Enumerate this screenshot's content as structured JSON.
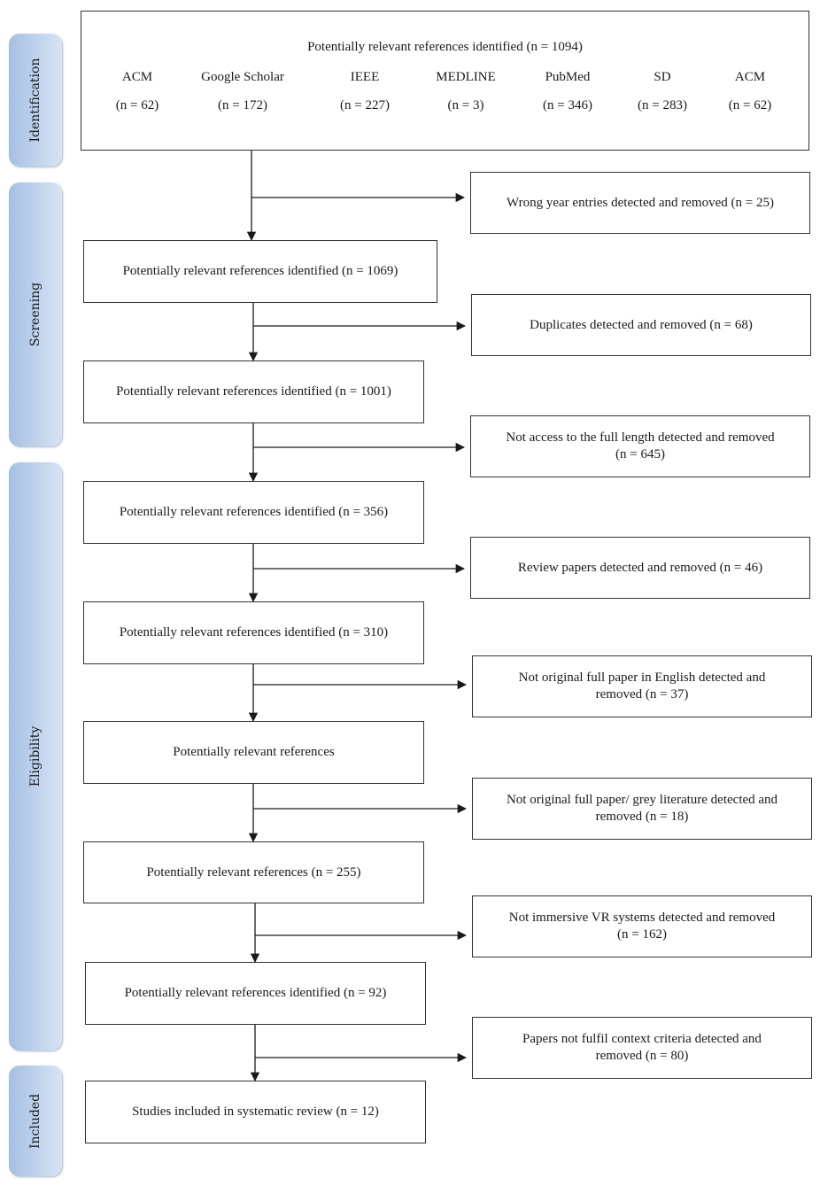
{
  "phases": [
    {
      "id": "identification",
      "label": "Identification"
    },
    {
      "id": "screening",
      "label": "Screening"
    },
    {
      "id": "eligibility",
      "label": "Eligibility"
    },
    {
      "id": "included",
      "label": "Included"
    }
  ],
  "identification": {
    "title": "Potentially relevant references identified (n = 1094)",
    "sources": [
      {
        "name": "ACM",
        "count": "(n = 62)"
      },
      {
        "name": "Google Scholar",
        "count": "(n = 172)"
      },
      {
        "name": "IEEE",
        "count": "(n = 227)"
      },
      {
        "name": "MEDLINE",
        "count": "(n = 3)"
      },
      {
        "name": "PubMed",
        "count": "(n = 346)"
      },
      {
        "name": "SD",
        "count": "(n = 283)"
      },
      {
        "name": "ACM",
        "count": "(n = 62)"
      }
    ]
  },
  "flow": [
    {
      "line1": "Potentially relevant references identified (n = 1069)",
      "line2": ""
    },
    {
      "line1": "Potentially relevant references identified (n = 1001)",
      "line2": ""
    },
    {
      "line1": "Potentially relevant references identified (n = 356)",
      "line2": ""
    },
    {
      "line1": "Potentially relevant references identified (n = 310)",
      "line2": ""
    },
    {
      "line1": "Potentially relevant references",
      "line2": ""
    },
    {
      "line1": "Potentially relevant references (n = 255)",
      "line2": ""
    },
    {
      "line1": "Potentially relevant references identified (n = 92)",
      "line2": ""
    },
    {
      "line1": "Studies included in systematic review (n = 12)",
      "line2": ""
    }
  ],
  "exclusions": [
    {
      "line1": "Wrong year entries detected and removed (n = 25)",
      "line2": ""
    },
    {
      "line1": "Duplicates detected and removed (n = 68)",
      "line2": ""
    },
    {
      "line1": "Not access to the full length detected and removed",
      "line2": "(n = 645)"
    },
    {
      "line1": "Review papers detected and removed (n = 46)",
      "line2": ""
    },
    {
      "line1": "Not original full paper in English detected and",
      "line2": "removed (n = 37)"
    },
    {
      "line1": "Not original full paper/ grey literature detected and",
      "line2": "removed (n = 18)"
    },
    {
      "line1": "Not immersive VR systems detected and removed",
      "line2": "(n = 162)"
    },
    {
      "line1": "Papers not fulfil context criteria detected and",
      "line2": "removed (n = 80)"
    }
  ]
}
